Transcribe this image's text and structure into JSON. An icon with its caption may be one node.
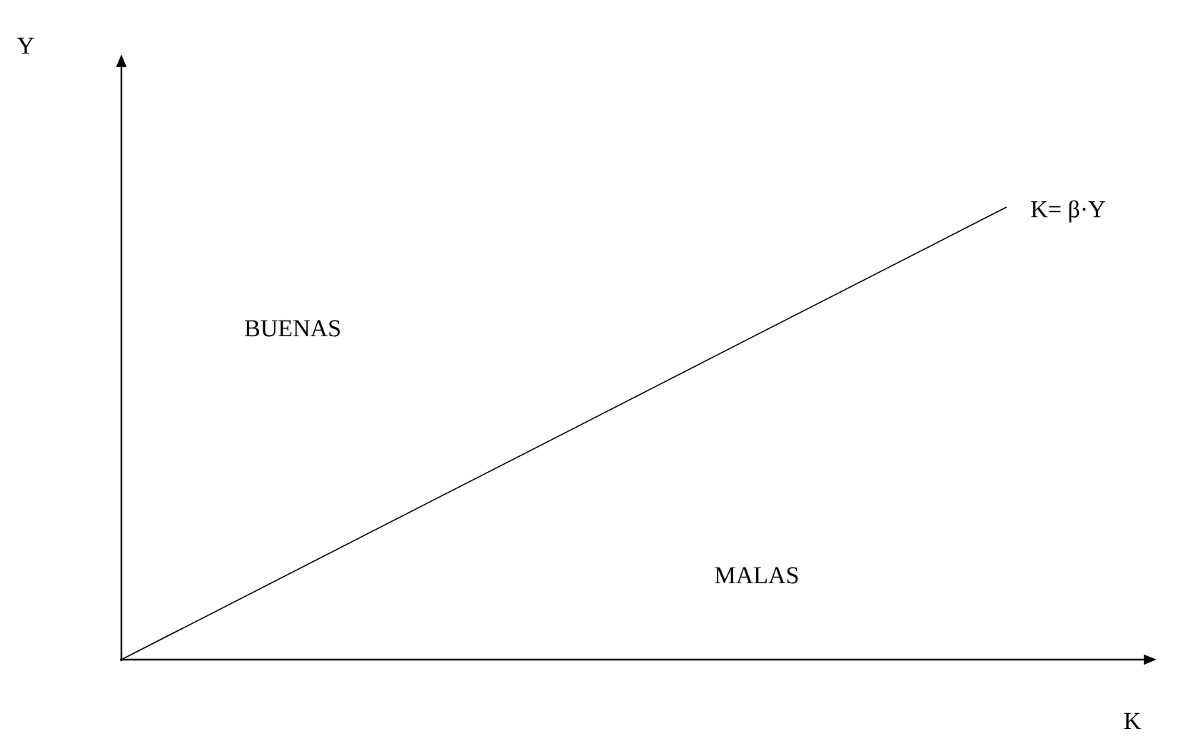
{
  "diagram": {
    "labels": [
      "Y",
      "K",
      "K= β·Y",
      "BUENAS",
      "MALAS"
    ]
  }
}
